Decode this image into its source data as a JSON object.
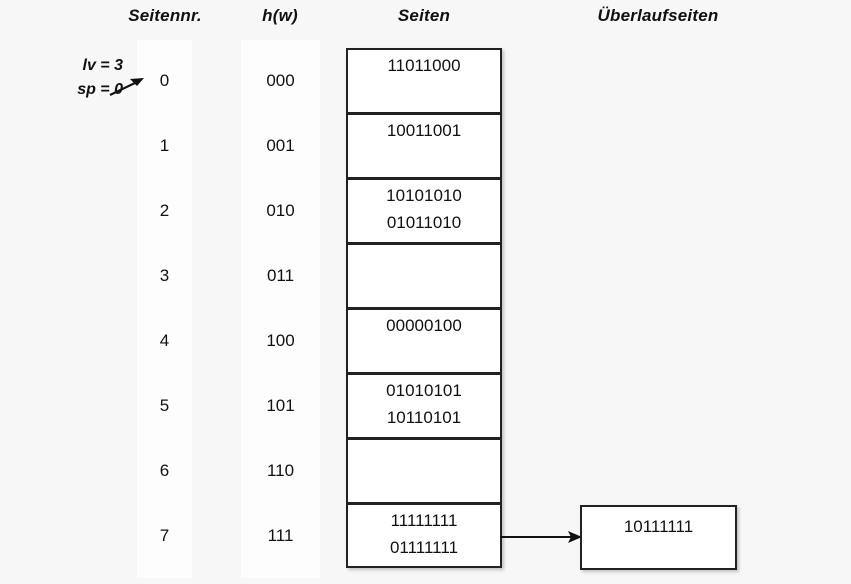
{
  "headers": {
    "seitennr": "Seitennr.",
    "hw": "h(w)",
    "seiten": "Seiten",
    "ueberlaufseiten": "Überlaufseiten"
  },
  "state": {
    "level": "lv = 3",
    "split_pointer": "sp = 0",
    "pointer_icon": "arrow-up-right-icon"
  },
  "colors": {
    "background": "#f7f7f7",
    "column_strip": "#fdfdfd",
    "page_fill": "#ffffff",
    "page_border": "#222222",
    "text": "#111111"
  },
  "rows": [
    {
      "seitennr": "0",
      "hw": "000",
      "entries": [
        "11011000"
      ]
    },
    {
      "seitennr": "1",
      "hw": "001",
      "entries": [
        "10011001"
      ]
    },
    {
      "seitennr": "2",
      "hw": "010",
      "entries": [
        "10101010",
        "01011010"
      ]
    },
    {
      "seitennr": "3",
      "hw": "011",
      "entries": []
    },
    {
      "seitennr": "4",
      "hw": "100",
      "entries": [
        "00000100"
      ]
    },
    {
      "seitennr": "5",
      "hw": "101",
      "entries": [
        "01010101",
        "10110101"
      ]
    },
    {
      "seitennr": "6",
      "hw": "110",
      "entries": []
    },
    {
      "seitennr": "7",
      "hw": "111",
      "entries": [
        "11111111",
        "01111111"
      ]
    }
  ],
  "overflow": {
    "from_row": "7",
    "arrow_icon": "arrow-right-icon",
    "entries": [
      "10111111"
    ]
  }
}
